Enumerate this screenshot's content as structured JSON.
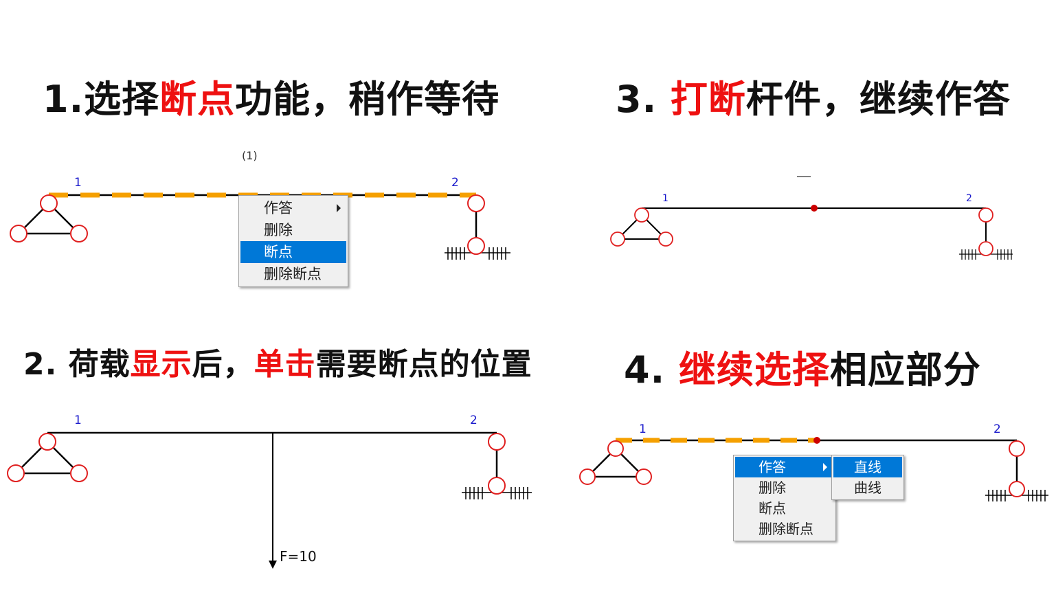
{
  "steps": [
    {
      "prefix": "1.选择",
      "highlight": "断点",
      "suffix": "功能，稍作等待"
    },
    {
      "prefix": "2. 荷载",
      "highlight": "显示",
      "middle": "后，",
      "highlight2": "单击",
      "suffix": "需要断点的位置"
    },
    {
      "prefix": "3. ",
      "highlight": "打断",
      "suffix": "杆件，继续作答"
    },
    {
      "prefix": "4. ",
      "highlight": "继续选择",
      "suffix": "相应部分"
    }
  ],
  "nodes": {
    "left": "1",
    "right": "2"
  },
  "partial_label": "(1)",
  "load_label": "F=10",
  "menu_panel1": {
    "items": [
      "作答",
      "删除",
      "断点",
      "删除断点"
    ],
    "selected": "断点"
  },
  "menu_panel4": {
    "items": [
      "作答",
      "删除",
      "断点",
      "删除断点"
    ],
    "selected": "作答",
    "submenu": [
      "直线",
      "曲线"
    ],
    "submenu_selected": "直线"
  },
  "colors": {
    "title_black": "#111111",
    "title_red": "#ee1111",
    "member": "#000000",
    "hinge": "#e02020",
    "node_label": "#1a1acc",
    "selection_dash": "#f5a000",
    "menu_selected_bg": "#0078d7",
    "breakpoint": "#cc0000"
  },
  "icons": [
    "submenu-arrow-icon",
    "pin-support-icon",
    "fixed-support-icon",
    "hinge-icon",
    "load-arrow-icon"
  ]
}
